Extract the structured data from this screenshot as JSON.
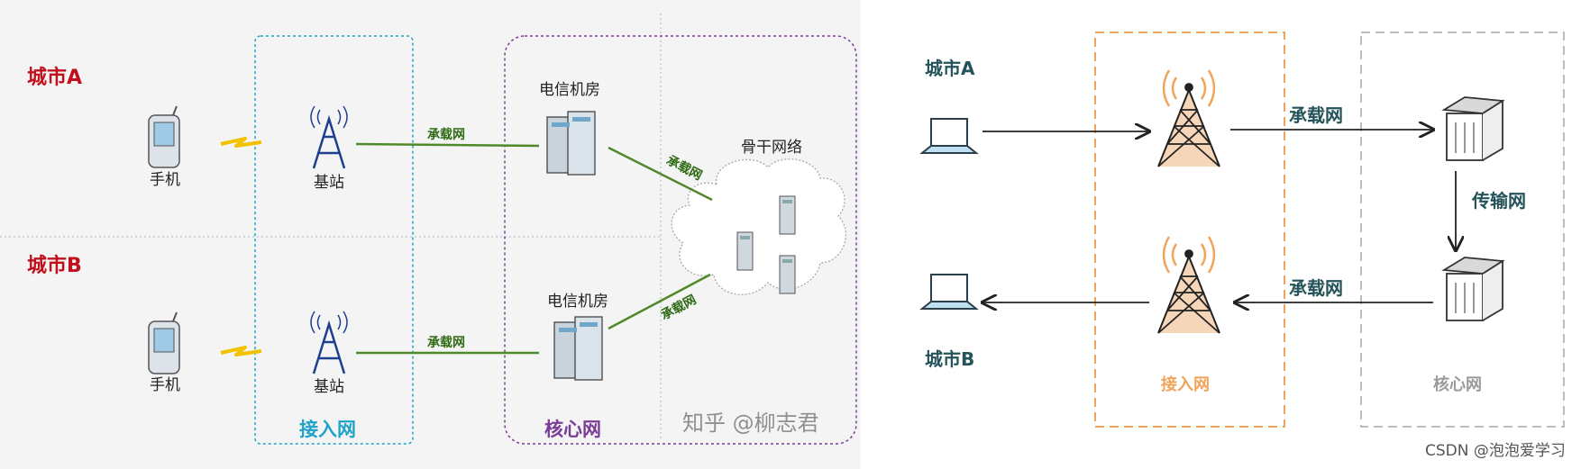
{
  "left": {
    "city_a": "城市A",
    "city_b": "城市B",
    "phone_label": "手机",
    "base_station_label": "基站",
    "carrier_label": "承载网",
    "telecom_room_label": "电信机房",
    "backbone_label": "骨干网络",
    "access_network_label": "接入网",
    "core_network_label": "核心网",
    "watermark": "知乎 @柳志君",
    "colors": {
      "access": "#1fa3c8",
      "core": "#7a3d96",
      "city": "#c0101c",
      "carrier_line": "#4f8a2a"
    }
  },
  "right": {
    "city_a": "城市A",
    "city_b": "城市B",
    "carrier_top": "承载网",
    "carrier_bottom": "承载网",
    "transport_label": "传输网",
    "access_network_label": "接入网",
    "core_network_label": "核心网",
    "colors": {
      "access_border": "#f0a45a",
      "core_border": "#bdbdbd",
      "text": "#24535a"
    }
  },
  "footer": {
    "csdn": "CSDN @泡泡爱学习"
  }
}
